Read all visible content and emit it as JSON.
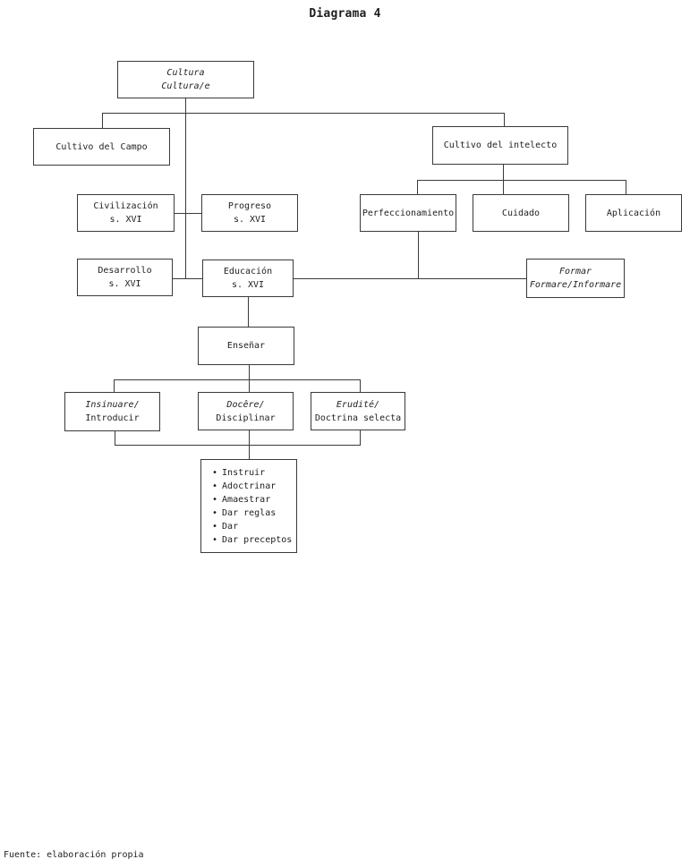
{
  "title": "Diagrama 4",
  "footer": {
    "source_note": "Fuente: elaboración propia"
  },
  "colors": {
    "line": "#3a3a3a",
    "text": "#1f1f1f",
    "background": "#ffffff"
  },
  "diagram": {
    "nodes": {
      "cultura": {
        "line1": "Cultura",
        "line2": "Cultura/e"
      },
      "cultivo_campo": {
        "label": "Cultivo del Campo"
      },
      "cultivo_intelecto": {
        "label": "Cultivo del intelecto"
      },
      "civilizacion": {
        "line1": "Civilización",
        "line2": "s. XVI"
      },
      "progreso": {
        "line1": "Progreso",
        "line2": "s. XVI"
      },
      "perfeccionamiento": {
        "label": "Perfeccionamiento"
      },
      "cuidado": {
        "label": "Cuidado"
      },
      "aplicacion": {
        "label": "Aplicación"
      },
      "desarrollo": {
        "line1": "Desarrollo",
        "line2": "s. XVI"
      },
      "educacion": {
        "line1": "Educación",
        "line2": "s. XVI"
      },
      "formar": {
        "line1": "Formar",
        "line2": "Formare/Informare"
      },
      "ensenar": {
        "label": "Enseñar"
      },
      "insinuare": {
        "line1": "Insinuare/",
        "line2": "Introducir"
      },
      "docere": {
        "line1": "Docêre/",
        "line2": "Disciplinar"
      },
      "erudite": {
        "line1": "Erudité/",
        "line2": "Doctrina selecta"
      },
      "sinonimos": {
        "bullet": "•",
        "items": [
          "Instruir",
          "Adoctrinar",
          "Amaestrar",
          "Dar reglas",
          "Dar",
          "Dar preceptos"
        ]
      }
    }
  }
}
